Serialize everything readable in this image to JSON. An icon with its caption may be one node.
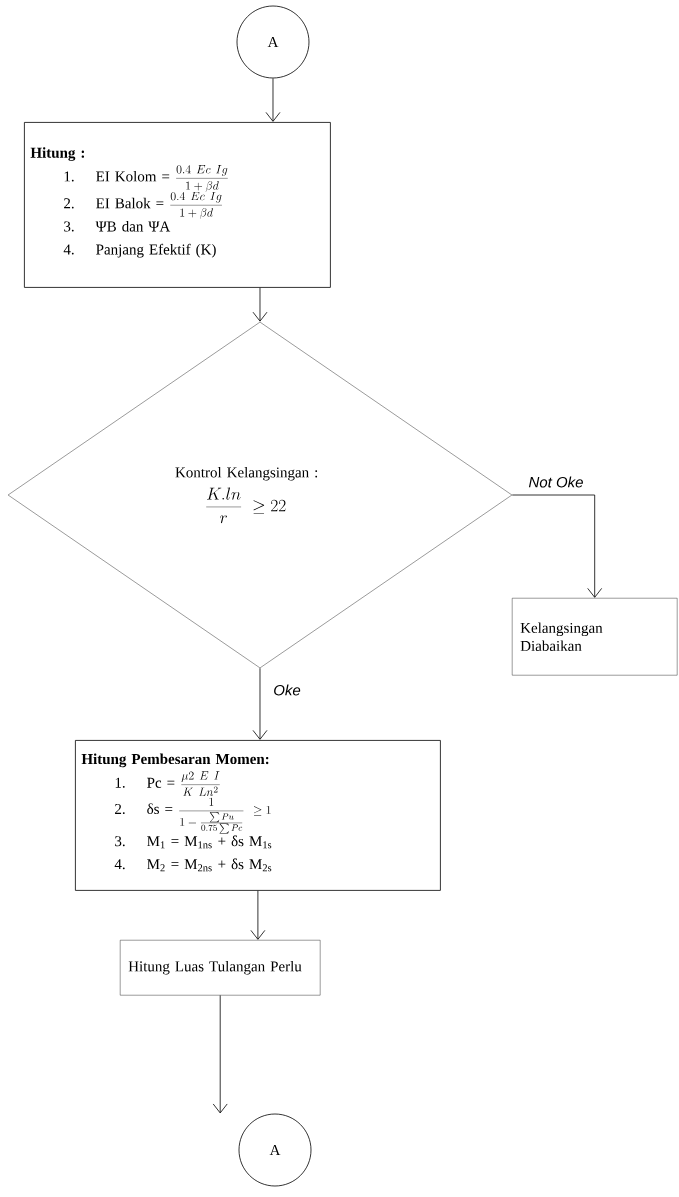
{
  "diagram": {
    "nodes": [
      {
        "text": [
          "A"
        ]
      },
      {
        "text": [
          "Hitung :",
          "1.",
          "EI Kolom =",
          "\\frac{0.4\\ Ec\\ Ig}{1+\\beta d}",
          "2.",
          "EI Balok =",
          "\\frac{0.4\\ Ec\\ Ig}{1+\\beta d}",
          "3.",
          "ΨB dan ΨA",
          "4.",
          "Panjang Efektif (K)"
        ]
      },
      {
        "text": [
          "Kontrol Kelangsingan :",
          "\\frac{K.ln}{r}\\ \\geq 22"
        ]
      },
      {
        "text": [
          "Kelangsingan Diabaikan"
        ]
      },
      {
        "text": [
          "Hitung Pembesaran Momen:",
          "1.",
          "Pc =",
          "\\frac{\\mu 2\\ E\\ I}{K\\ Ln^{2}}",
          "2.",
          "δs =",
          "\\frac{1}{1-\\frac{\\sum Pu}{0.75\\sum Pc}}\\ \\geq 1",
          "3.",
          "M$_{1}$ = M$_{1ns}$ + δs M$_{1s}$",
          "4.",
          "M$_{2}$ = M$_{2ns}$ + δs M$_{2s}$"
        ]
      },
      {
        "text": [
          "Hitung Luas Tulangan Perlu"
        ]
      },
      {
        "text": [
          "A"
        ]
      }
    ],
    "edges": [
      {
        "from": 0,
        "to": 1,
        "arrow": "to"
      },
      {
        "from": 1,
        "to": 2,
        "arrow": "to"
      },
      {
        "from": 2,
        "to": 3,
        "arrow": "to",
        "label": "Not Oke"
      },
      {
        "from": 2,
        "to": 4,
        "arrow": "to",
        "label": "Oke"
      },
      {
        "from": 4,
        "to": 5,
        "arrow": "to"
      },
      {
        "from": 5,
        "to": 6,
        "arrow": "to"
      }
    ]
  }
}
